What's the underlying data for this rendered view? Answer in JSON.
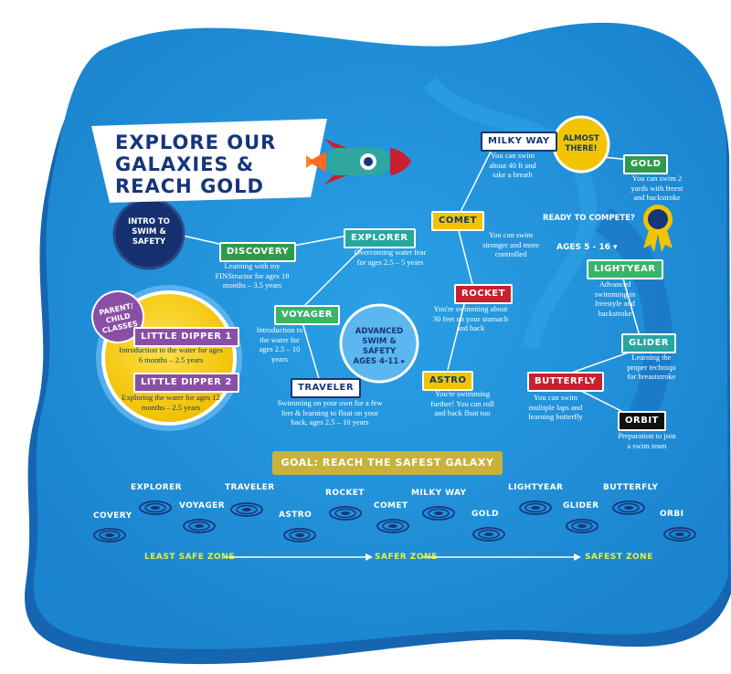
{
  "title": {
    "line1": "EXPLORE OUR",
    "line2": "GALAXIES &",
    "line3": "REACH GOLD"
  },
  "intro": {
    "line1": "INTRO TO",
    "line2": "SWIM &",
    "line3": "SAFETY"
  },
  "parent_child": {
    "line1": "PARENT/",
    "line2": "CHILD",
    "line3": "CLASSES"
  },
  "little_dipper_1": {
    "label": "LITTLE DIPPER 1",
    "desc": "Introduction to the water for ages 6 months – 2.5 years"
  },
  "little_dipper_2": {
    "label": "LITTLE DIPPER 2",
    "desc": "Exploring the water for ages 12 months – 2.5 years"
  },
  "advanced": {
    "line1": "ADVANCED",
    "line2": "SWIM & SAFETY",
    "line3": "AGES 4-11 ▸"
  },
  "almost_there": {
    "line1": "ALMOST",
    "line2": "THERE!"
  },
  "ready": {
    "question": "READY TO COMPETE?",
    "ages": "AGES 5 - 16 ▾"
  },
  "levels": {
    "discovery": {
      "label": "DISCOVERY",
      "desc": "Learning with my FINStructor for ages 18 months – 3.5 years"
    },
    "explorer": {
      "label": "EXPLORER",
      "desc": "Overcoming water fear for ages 2.5 – 5 years"
    },
    "voyager": {
      "label": "VOYAGER",
      "desc": "Introduction to the water for ages 2.5 – 10 years"
    },
    "traveler": {
      "label": "TRAVELER",
      "desc": "Swimming on your own for a few feet & learning to float on your back, ages 2.5 – 10 years"
    },
    "milky_way": {
      "label": "MILKY WAY",
      "desc": "You can swim about 40 ft and take a breath"
    },
    "comet": {
      "label": "COMET",
      "desc": "You can swim stronger and more controlled"
    },
    "rocket": {
      "label": "ROCKET",
      "desc": "You're swimming about 30 feet on your stomach and back"
    },
    "astro": {
      "label": "ASTRO",
      "desc": "You're swimming further! You can roll and back float too"
    },
    "gold": {
      "label": "GOLD",
      "desc": "You can swim 2 yards with freest and backstroke"
    },
    "lightyear": {
      "label": "LIGHTYEAR",
      "desc": "Advanced swimming in freestyle and backstroke"
    },
    "glider": {
      "label": "GLIDER",
      "desc": "Learning the proper techniqu for breaststroke"
    },
    "butterfly": {
      "label": "BUTTERFLY",
      "desc": "You can swim multiple laps and learning butterfly"
    },
    "orbit": {
      "label": "ORBIT",
      "desc": "Preparation to join a swim team"
    }
  },
  "goal": "GOAL: REACH THE SAFEST GALAXY",
  "galaxy_row": [
    "COVERY",
    "EXPLORER",
    "VOYAGER",
    "TRAVELER",
    "ASTRO",
    "ROCKET",
    "COMET",
    "MILKY WAY",
    "GOLD",
    "LIGHTYEAR",
    "GLIDER",
    "BUTTERFLY",
    "ORBI"
  ],
  "zones": {
    "least": "LEAST SAFE ZONE",
    "safer": "SAFER ZONE",
    "safest": "SAFEST ZONE"
  },
  "colors": {
    "board": "#1e8fd8",
    "board_shadow": "#1565b0",
    "navy": "#16367a",
    "yellow": "#f2c400",
    "zone_text": "#e7ef3a"
  }
}
